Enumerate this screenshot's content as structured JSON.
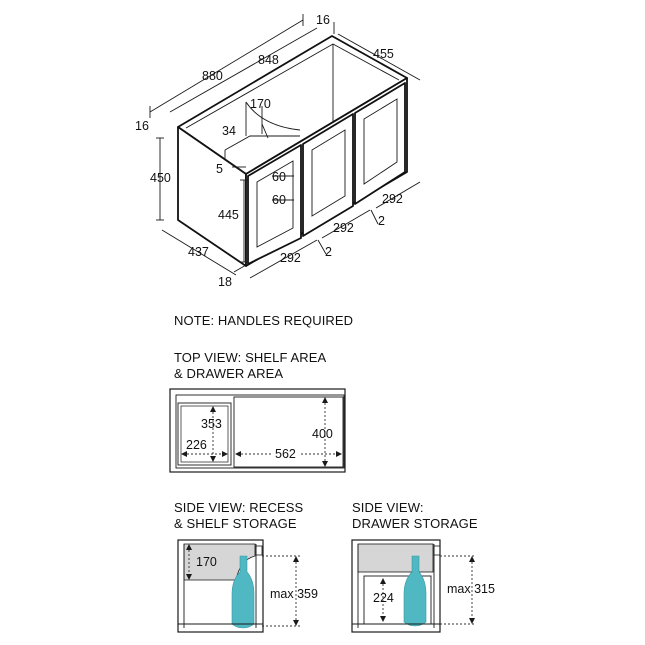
{
  "iso": {
    "d880": "880",
    "d848": "848",
    "d16_top": "16",
    "d455": "455",
    "d16_left": "16",
    "d170": "170",
    "d34": "34",
    "d450": "450",
    "d5": "5",
    "d60a": "60",
    "d60b": "60",
    "d445": "445",
    "d437": "437",
    "d18": "18",
    "d292a": "292",
    "d2a": "2",
    "d292b": "292",
    "d2b": "2",
    "d292c": "292"
  },
  "note": "NOTE: HANDLES REQUIRED",
  "top_view": {
    "title_line1": "TOP VIEW: SHELF AREA",
    "title_line2": "& DRAWER AREA",
    "d353": "353",
    "d226": "226",
    "d400": "400",
    "d562": "562"
  },
  "side_recess": {
    "title_line1": "SIDE VIEW: RECESS",
    "title_line2": "& SHELF STORAGE",
    "d170": "170",
    "dmax": "max 359"
  },
  "side_drawer": {
    "title_line1": "SIDE VIEW:",
    "title_line2": "DRAWER STORAGE",
    "d224": "224",
    "dmax": "max 315"
  },
  "colors": {
    "line": "#1a1a1a",
    "shade": "#d6d6d6",
    "bottle": "#4fb8c2"
  }
}
